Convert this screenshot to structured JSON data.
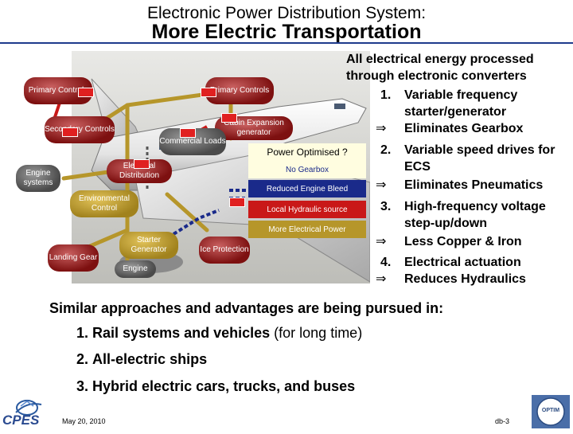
{
  "title": "Electronic Power Distribution System:",
  "subtitle": "More Electric Transportation",
  "figure": {
    "pills": {
      "primary_controls_left": "Primary Controls",
      "primary_controls_right": "Primary Controls",
      "secondary_controls": "Secondary Controls",
      "cabin_expansion": "Cabin Expansion generator",
      "commercial_loads": "Commercial Loads",
      "engine_systems": "Engine systems",
      "electrical_distribution": "Electrical Distribution",
      "environmental_control": "Environmental Control",
      "landing_gear": "Landing Gear",
      "starter_generator": "Starter Generator",
      "ice_protection": "Ice Protection",
      "engine": "Engine"
    },
    "power_optimised": "Power Optimised ?",
    "banners": [
      "No Gearbox",
      "Reduced Engine Bleed",
      "Local Hydraulic source",
      "More Electrical Power"
    ],
    "colors": {
      "red": "#c91818",
      "blue": "#1a2a8a",
      "gold": "#b6962a",
      "gray": "#5a5a5a"
    }
  },
  "right": {
    "intro": "All electrical energy processed through electronic converters",
    "items": [
      {
        "num": "1.",
        "text": "Variable frequency starter/generator",
        "result": "Eliminates Gearbox"
      },
      {
        "num": "2.",
        "text": "Variable speed drives for ECS",
        "result": "Eliminates Pneumatics"
      },
      {
        "num": "3.",
        "text": "High-frequency voltage step-up/down",
        "result": "Less Copper & Iron"
      },
      {
        "num": "4.",
        "text": "Electrical actuation",
        "result": "Reduces Hydraulics"
      }
    ],
    "arrow": "⇒"
  },
  "bottom": {
    "intro": "Similar approaches and advantages are being pursued in:",
    "items": [
      {
        "num": "1.",
        "bold": "Rail systems and vehicles",
        "normal": " (for long time)"
      },
      {
        "num": "2.",
        "bold": "All-electric ships",
        "normal": ""
      },
      {
        "num": "3.",
        "bold": "Hybrid electric cars, trucks, and buses",
        "normal": ""
      }
    ]
  },
  "footer": {
    "logo": "CPES",
    "date": "May 20, 2010",
    "page": "db-3",
    "optim_logo": "OPTIM"
  }
}
